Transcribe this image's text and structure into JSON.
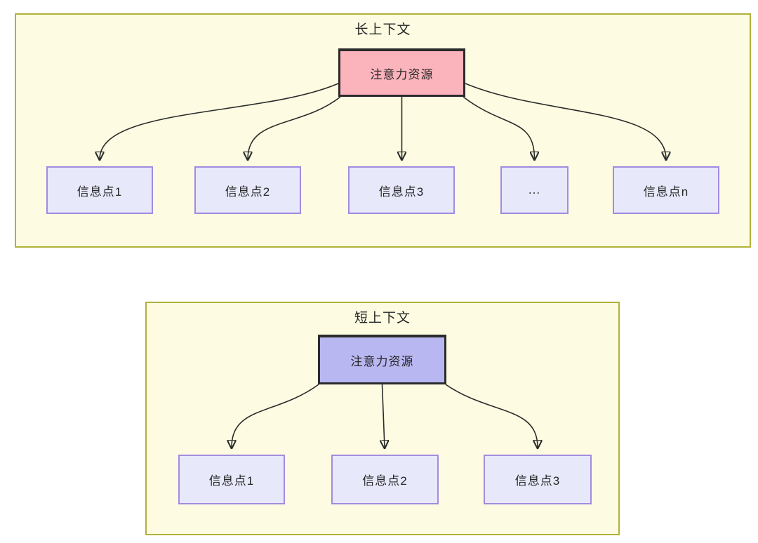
{
  "colors": {
    "panel_bg": "#fdfce2",
    "panel_border": "#b2b23a",
    "attention_long_fill": "#fbb3bc",
    "attention_short_fill": "#b8b7f1",
    "attention_border": "#2b2b2b",
    "info_fill": "#e8e8fb",
    "info_border": "#a18ce0",
    "text": "#262626",
    "arrow": "#2b2b2b",
    "page_bg": "#ffffff"
  },
  "long_context": {
    "title": "长上下文",
    "attention_label": "注意力资源",
    "info_points": [
      {
        "label": "信息点1"
      },
      {
        "label": "信息点2"
      },
      {
        "label": "信息点3"
      },
      {
        "label": "..."
      },
      {
        "label": "信息点n"
      }
    ]
  },
  "short_context": {
    "title": "短上下文",
    "attention_label": "注意力资源",
    "info_points": [
      {
        "label": "信息点1"
      },
      {
        "label": "信息点2"
      },
      {
        "label": "信息点3"
      }
    ]
  }
}
